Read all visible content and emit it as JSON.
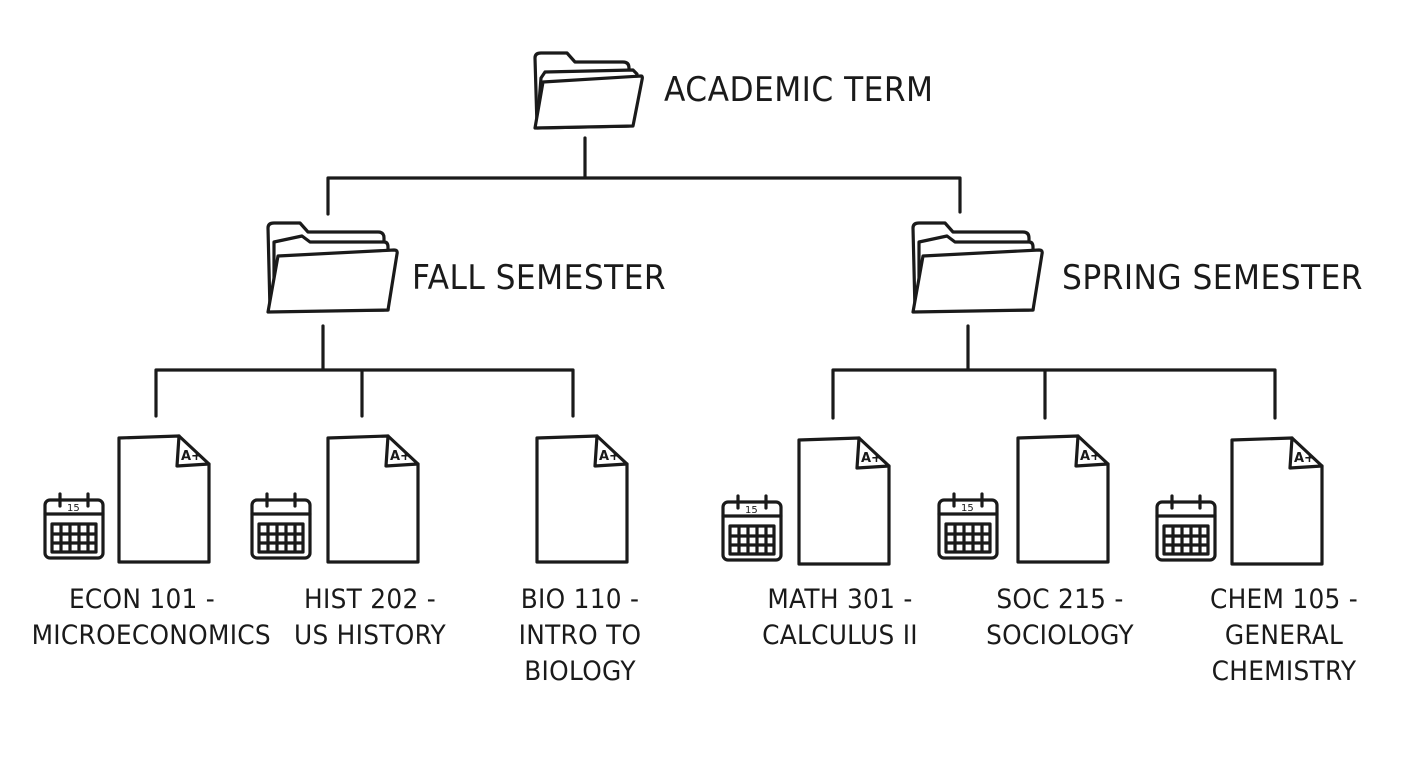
{
  "root": {
    "label": "ACADEMIC TERM",
    "icon": "folder-icon"
  },
  "semesters": [
    {
      "label": "FALL SEMESTER",
      "icon": "folder-stack-icon",
      "courses": [
        {
          "lines": [
            "ECON 101 -",
            "MICROECONOMICS"
          ],
          "calendar_day": "15",
          "grade": "A+"
        },
        {
          "lines": [
            "HIST 202 -",
            "US HISTORY"
          ],
          "calendar_day": "",
          "grade": "A+"
        },
        {
          "lines": [
            "BIO 110 -",
            "INTRO TO",
            "BIOLOGY"
          ],
          "calendar_day": null,
          "grade": "A+"
        }
      ]
    },
    {
      "label": "SPRING SEMESTER",
      "icon": "folder-stack-icon",
      "courses": [
        {
          "lines": [
            "MATH 301 -",
            "CALCULUS II"
          ],
          "calendar_day": "15",
          "grade": "A+"
        },
        {
          "lines": [
            "SOC 215 -",
            "SOCIOLOGY"
          ],
          "calendar_day": "15",
          "grade": "A+"
        },
        {
          "lines": [
            "CHEM 105 -",
            "GENERAL",
            "CHEMISTRY"
          ],
          "calendar_day": "",
          "grade": "A+"
        }
      ]
    }
  ],
  "icons": {
    "document": "document-icon",
    "calendar": "calendar-icon"
  },
  "colors": {
    "ink": "#1a1a1a",
    "background": "#ffffff"
  }
}
